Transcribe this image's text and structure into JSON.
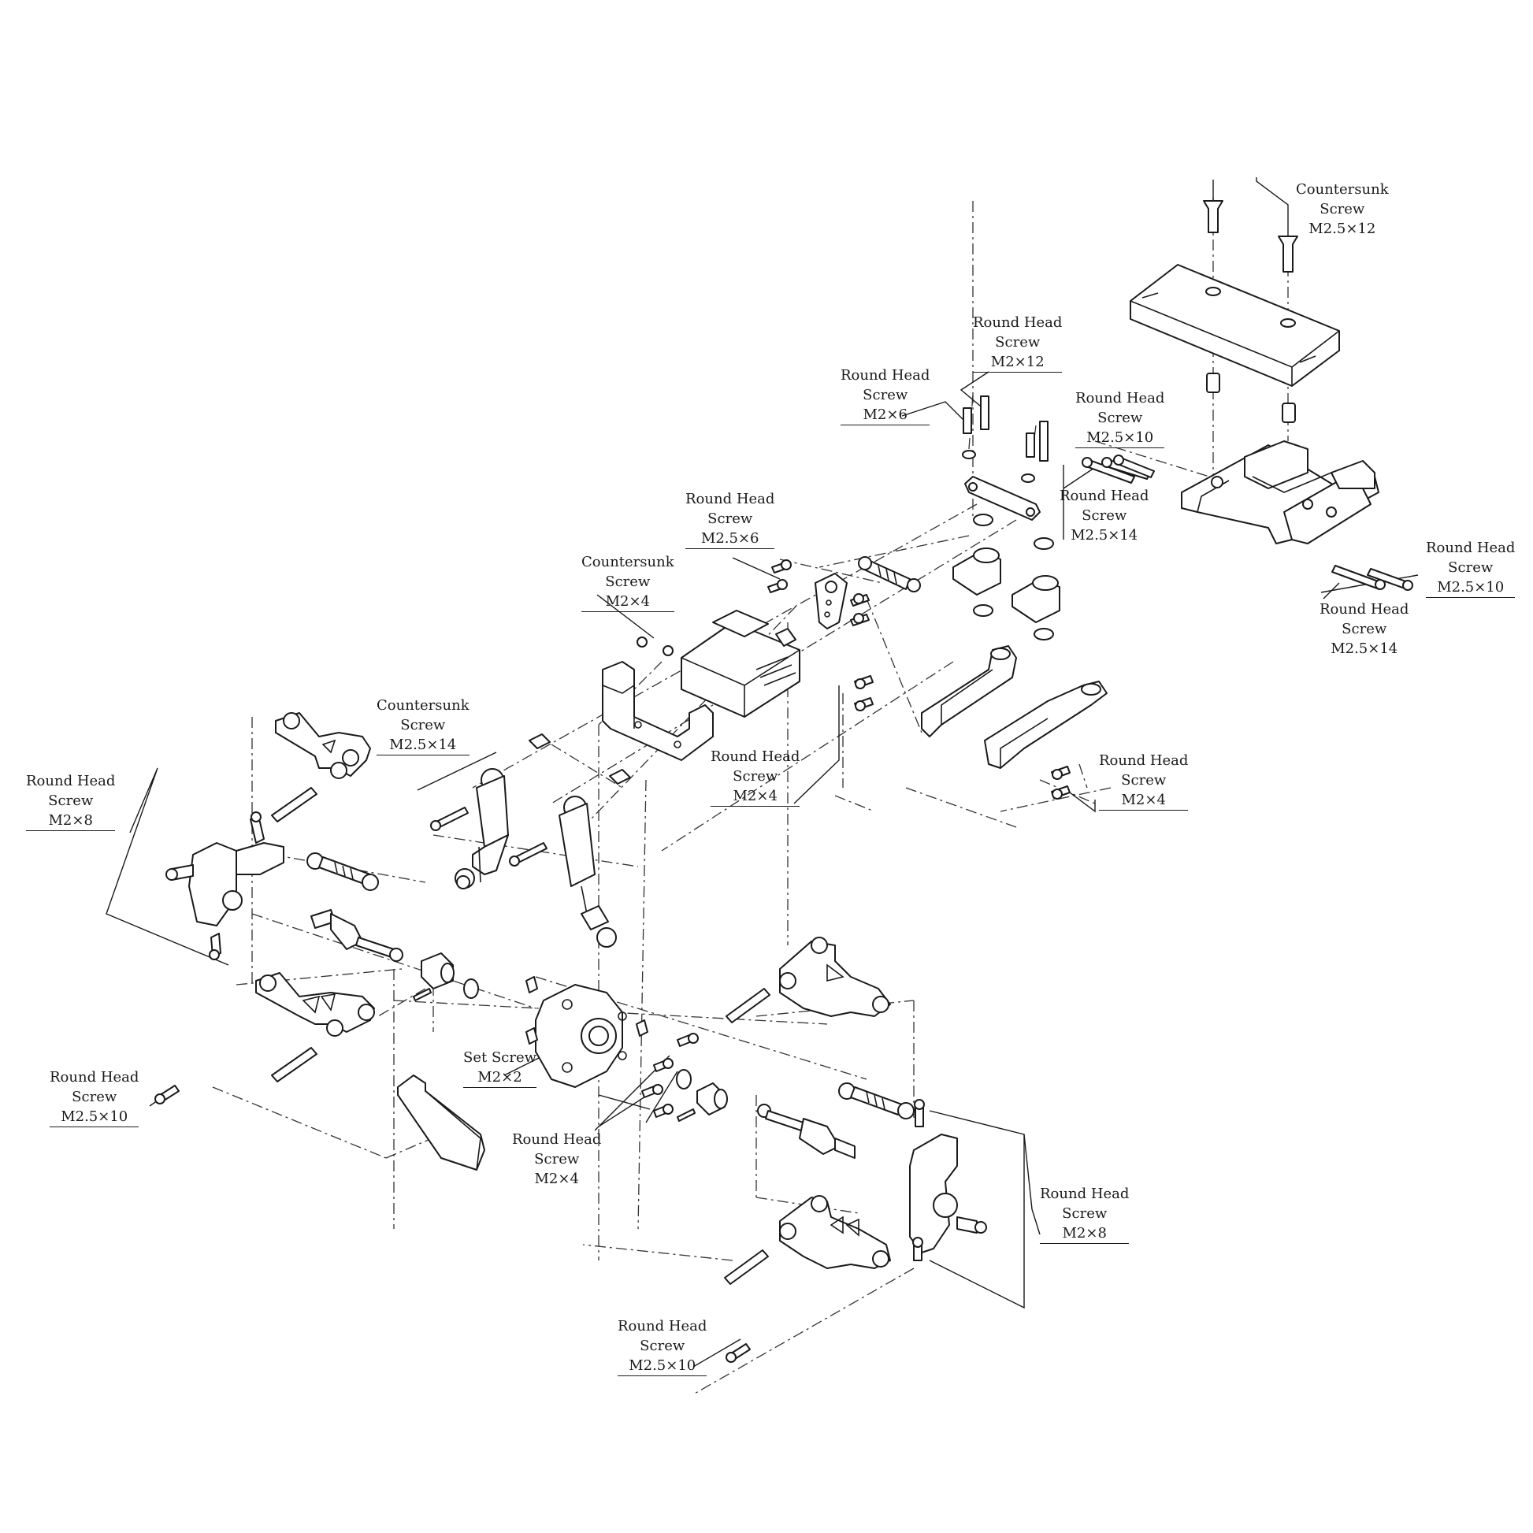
{
  "labels": [
    {
      "id": "cs-m25x12",
      "line1": "Countersunk",
      "line2": "Screw",
      "spec": "M2.5×12"
    },
    {
      "id": "rh-m2x12",
      "line1": "Round Head",
      "line2": "Screw",
      "spec": "M2×12"
    },
    {
      "id": "rh-m2x6",
      "line1": "Round Head",
      "line2": "Screw",
      "spec": "M2×6"
    },
    {
      "id": "rh-m25x10-a",
      "line1": "Round Head",
      "line2": "Screw",
      "spec": "M2.5×10"
    },
    {
      "id": "rh-m25x14-a",
      "line1": "Round Head",
      "line2": "Screw",
      "spec": "M2.5×14"
    },
    {
      "id": "rh-m25x6",
      "line1": "Round Head",
      "line2": "Screw",
      "spec": "M2.5×6"
    },
    {
      "id": "cs-m2x4",
      "line1": "Countersunk",
      "line2": "Screw",
      "spec": "M2×4"
    },
    {
      "id": "rh-m25x10-b",
      "line1": "Round Head",
      "line2": "Screw",
      "spec": "M2.5×10"
    },
    {
      "id": "rh-m25x14-b",
      "line1": "Round Head",
      "line2": "Screw",
      "spec": "M2.5×14"
    },
    {
      "id": "cs-m25x14",
      "line1": "Countersunk",
      "line2": "Screw",
      "spec": "M2.5×14"
    },
    {
      "id": "rh-m2x4-a",
      "line1": "Round Head",
      "line2": "Screw",
      "spec": "M2×4"
    },
    {
      "id": "rh-m2x4-b",
      "line1": "Round Head",
      "line2": "Screw",
      "spec": "M2×4"
    },
    {
      "id": "rh-m2x8-a",
      "line1": "Round Head",
      "line2": "Screw",
      "spec": "M2×8"
    },
    {
      "id": "set-m2x2",
      "line1": "Set Screw",
      "line2": "",
      "spec": "M2×2"
    },
    {
      "id": "rh-m2x4-c",
      "line1": "Round Head",
      "line2": "Screw",
      "spec": "M2×4"
    },
    {
      "id": "rh-m25x10-c",
      "line1": "Round Head",
      "line2": "Screw",
      "spec": "M2.5×10"
    },
    {
      "id": "rh-m2x8-b",
      "line1": "Round Head",
      "line2": "Screw",
      "spec": "M2×8"
    },
    {
      "id": "rh-m25x10-d",
      "line1": "Round Head",
      "line2": "Screw",
      "spec": "M2.5×10"
    }
  ]
}
